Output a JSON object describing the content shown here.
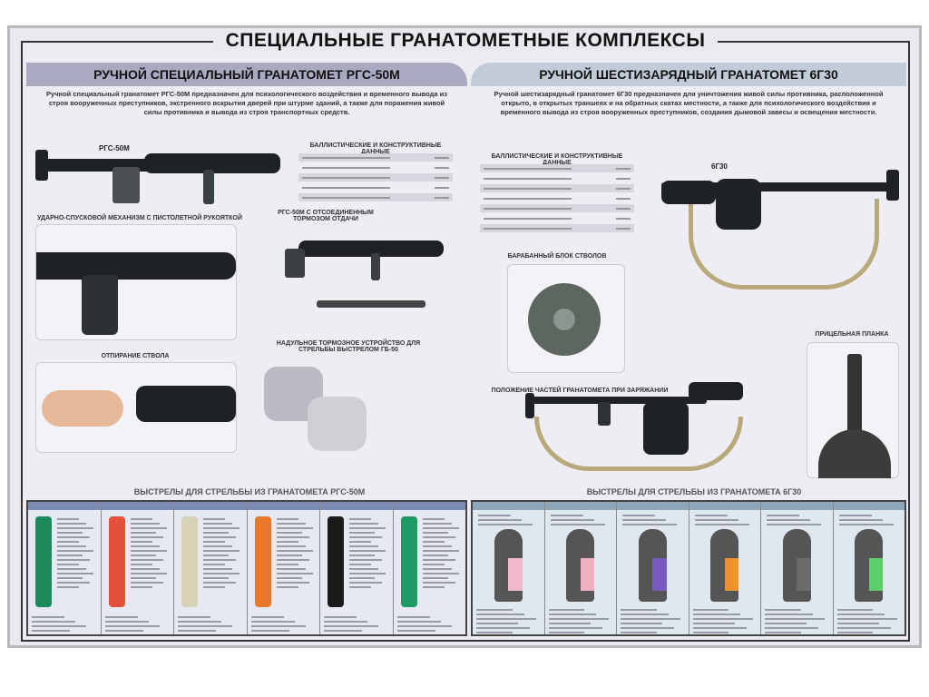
{
  "title": "СПЕЦИАЛЬНЫЕ ГРАНАТОМЕТНЫЕ КОМПЛЕКСЫ",
  "left": {
    "header": "РУЧНОЙ СПЕЦИАЛЬНЫЙ ГРАНАТОМЕТ РГС-50М",
    "description": "Ручной специальный гранатомет РГС-50М предназначен для психологического воздействия и временного вывода из строя вооруженных преступников, экстренного вскрытия дверей при штурме зданий, а также для поражения живой силы противника и вывода из строя транспортных средств.",
    "gun_label": "РГС-50М",
    "specs_title": "БАЛЛИСТИЧЕСКИЕ И КОНСТРУКТИВНЫЕ ДАННЫЕ",
    "trigger_title": "УДАРНО-СПУСКОВОЙ МЕХАНИЗМ С ПИСТОЛЕТНОЙ РУКОЯТКОЙ",
    "detached_title": "РГС-50М С ОТСОЕДИНЕННЫМ ТОРМОЗОМ ОТДАЧИ",
    "unlock_title": "ОТПИРАНИЕ СТВОЛА",
    "brake_title": "НАДУЛЬНОЕ ТОРМОЗНОЕ УСТРОЙСТВО ДЛЯ СТРЕЛЬБЫ ВЫСТРЕЛОМ ГБ-50",
    "ammo_title": "ВЫСТРЕЛЫ ДЛЯ СТРЕЛЬБЫ ИЗ ГРАНАТОМЕТА РГС-50М",
    "ammo_colors": [
      "#1d8a5c",
      "#e3503c",
      "#d6d2b8",
      "#e8782a",
      "#1a1a1a",
      "#1f9a64"
    ]
  },
  "right": {
    "header": "РУЧНОЙ ШЕСТИЗАРЯДНЫЙ ГРАНАТОМЕТ 6Г30",
    "description": "Ручной шестизарядный гранатомет 6Г30 предназначен для уничтожения живой силы противника, расположенной открыто, в открытых траншеях и на обратных скатах местности, а также для психологического воздействия и временного вывода из строя вооруженных преступников, создания дымовой завесы и освещения местности.",
    "gun_label": "6Г30",
    "specs_title": "БАЛЛИСТИЧЕСКИЕ И КОНСТРУКТИВНЫЕ ДАННЫЕ",
    "drum_title": "БАРАБАННЫЙ БЛОК СТВОЛОВ",
    "loading_title": "ПОЛОЖЕНИЕ ЧАСТЕЙ ГРАНАТОМЕТА ПРИ ЗАРЯЖАНИИ",
    "sight_title": "ПРИЦЕЛЬНАЯ ПЛАНКА",
    "ammo_title": "ВЫСТРЕЛЫ ДЛЯ СТРЕЛЬБЫ ИЗ ГРАНАТОМЕТА 6Г30",
    "ammo_colors": [
      "#f0b8c8",
      "#f0b0c0",
      "#7a5cc0",
      "#f0922a",
      "#6a6a6a",
      "#5ccf6a"
    ]
  }
}
